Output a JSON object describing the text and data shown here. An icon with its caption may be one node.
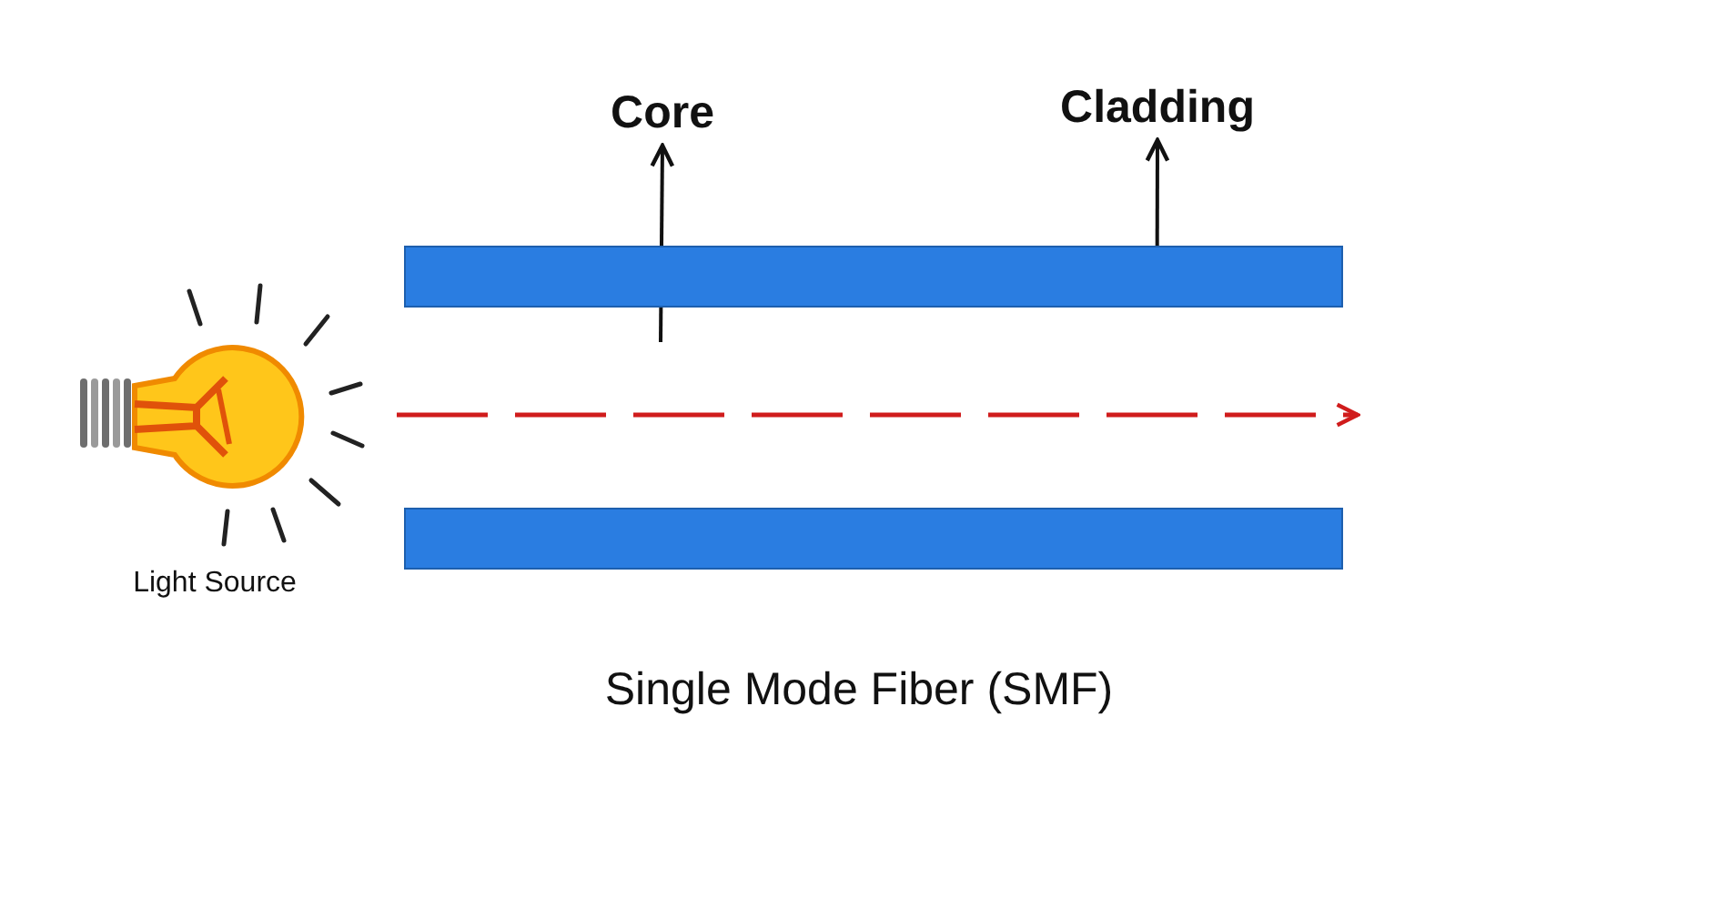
{
  "diagram": {
    "caption": "Single Mode Fiber (SMF)",
    "nodes": [
      {
        "text": [
          "Core"
        ]
      },
      {
        "text": [
          "Cladding"
        ]
      },
      {
        "text": [],
        "shape": "bar"
      },
      {
        "text": [],
        "shape": "bar"
      },
      {
        "text": [],
        "shape": "picture",
        "beside": [
          "Light Source"
        ]
      }
    ],
    "edges": [
      {
        "from": null,
        "to": 0,
        "arrow": "to"
      },
      {
        "from": 2,
        "to": 1,
        "arrow": "to"
      },
      {
        "from": 4,
        "to": null,
        "arrow": "to",
        "style": "dashed",
        "color": "#d01c1c"
      }
    ]
  }
}
